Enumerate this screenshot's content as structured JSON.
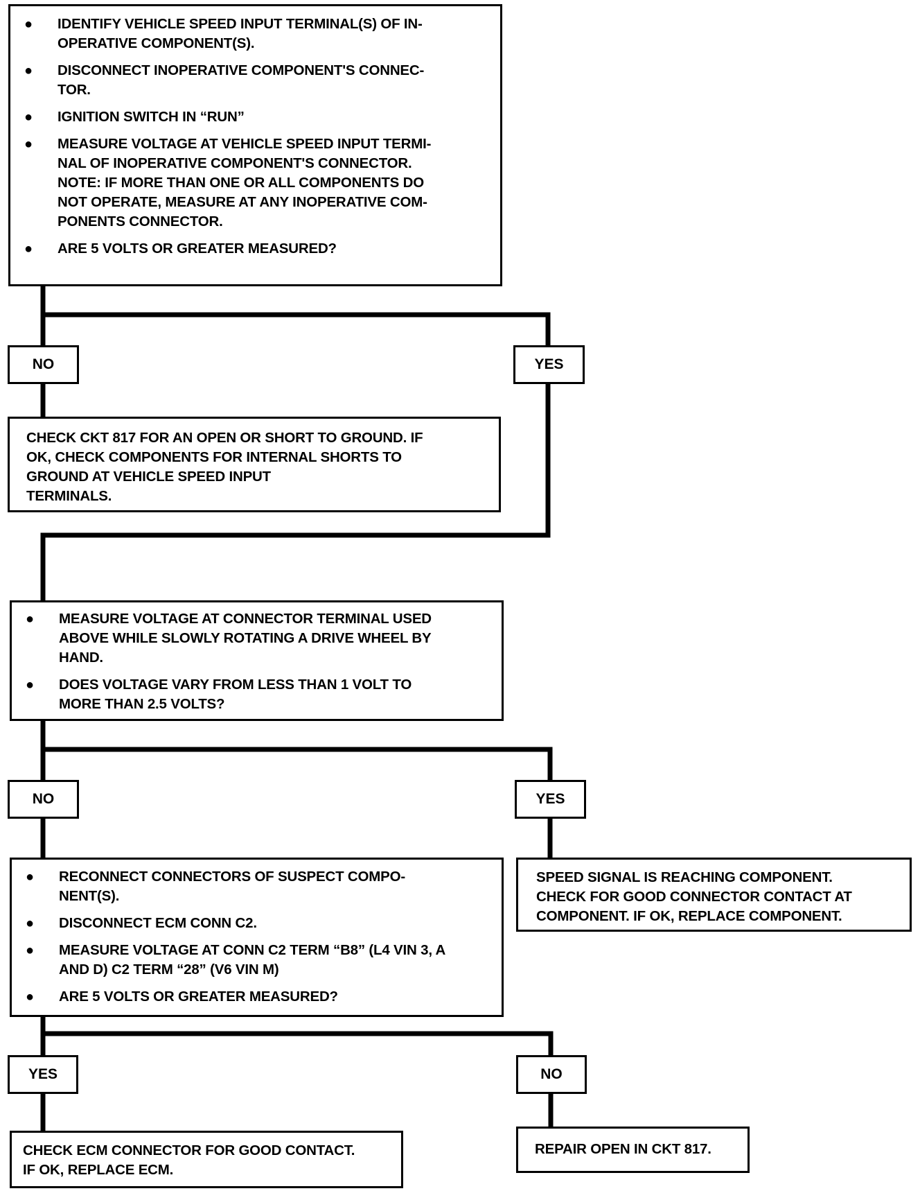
{
  "box1": {
    "steps": [
      "IDENTIFY VEHICLE SPEED INPUT TERMINAL(S) OF IN-\nOPERATIVE COMPONENT(S).",
      "DISCONNECT INOPERATIVE COMPONENT'S CONNEC-\nTOR.",
      "IGNITION SWITCH IN “RUN”",
      "MEASURE VOLTAGE AT VEHICLE SPEED INPUT TERMI-\nNAL OF INOPERATIVE COMPONENT'S CONNECTOR.\nNOTE: IF MORE THAN ONE OR ALL COMPONENTS DO\nNOT OPERATE, MEASURE AT ANY INOPERATIVE COM-\nPONENTS CONNECTOR.",
      "ARE 5 VOLTS OR GREATER MEASURED?"
    ]
  },
  "branch1": {
    "no": "NO",
    "yes": "YES"
  },
  "box_no1": {
    "text": "CHECK CKT 817 FOR AN OPEN OR SHORT TO GROUND.  IF\nOK, CHECK COMPONENTS FOR INTERNAL SHORTS TO\nGROUND AT VEHICLE SPEED INPUT\nTERMINALS."
  },
  "box2": {
    "steps": [
      "MEASURE VOLTAGE AT CONNECTOR TERMINAL USED\nABOVE WHILE SLOWLY ROTATING A DRIVE WHEEL BY\nHAND.",
      "DOES VOLTAGE VARY FROM LESS THAN 1 VOLT TO\nMORE THAN 2.5 VOLTS?"
    ]
  },
  "branch2": {
    "no": "NO",
    "yes": "YES"
  },
  "box3": {
    "steps": [
      "RECONNECT CONNECTORS OF SUSPECT COMPO-\nNENT(S).",
      "DISCONNECT ECM CONN C2.",
      "MEASURE VOLTAGE AT CONN C2 TERM “B8” (L4 VIN 3, A\nAND D) C2 TERM “28” (V6 VIN M)",
      "ARE 5 VOLTS OR GREATER MEASURED?"
    ]
  },
  "box_yes2": {
    "text": "SPEED SIGNAL IS REACHING COMPONENT.\nCHECK FOR GOOD CONNECTOR CONTACT AT\nCOMPONENT.  IF OK, REPLACE COMPONENT."
  },
  "branch3": {
    "yes": "YES",
    "no": "NO"
  },
  "box_yes3": {
    "text": "CHECK ECM CONNECTOR FOR GOOD CONTACT.\nIF OK, REPLACE ECM."
  },
  "box_no3": {
    "text": "REPAIR OPEN IN CKT 817."
  },
  "style": {
    "line_color": "#000000",
    "background": "#ffffff"
  }
}
